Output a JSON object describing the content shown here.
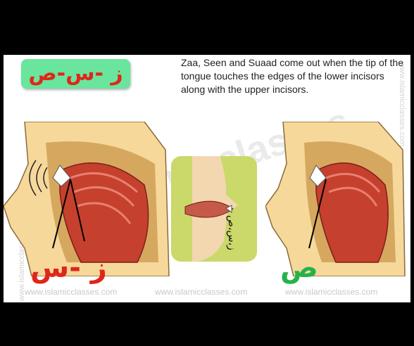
{
  "heading_letters": "ز -س-ص",
  "caption": "Zaa, Seen and Suaad come out  when the tip of the tongue touches the edges of the lower incisors along with the upper incisors.",
  "left_label": "ز -س",
  "right_label": "ص",
  "inset_label": "ز،س،ص",
  "watermark": "www.islamicclasses.com",
  "diagonal_watermark": "islamicclasses",
  "colors": {
    "letter_box": "#69e59d",
    "red_text": "#e0261a",
    "green_text": "#25b24a"
  }
}
